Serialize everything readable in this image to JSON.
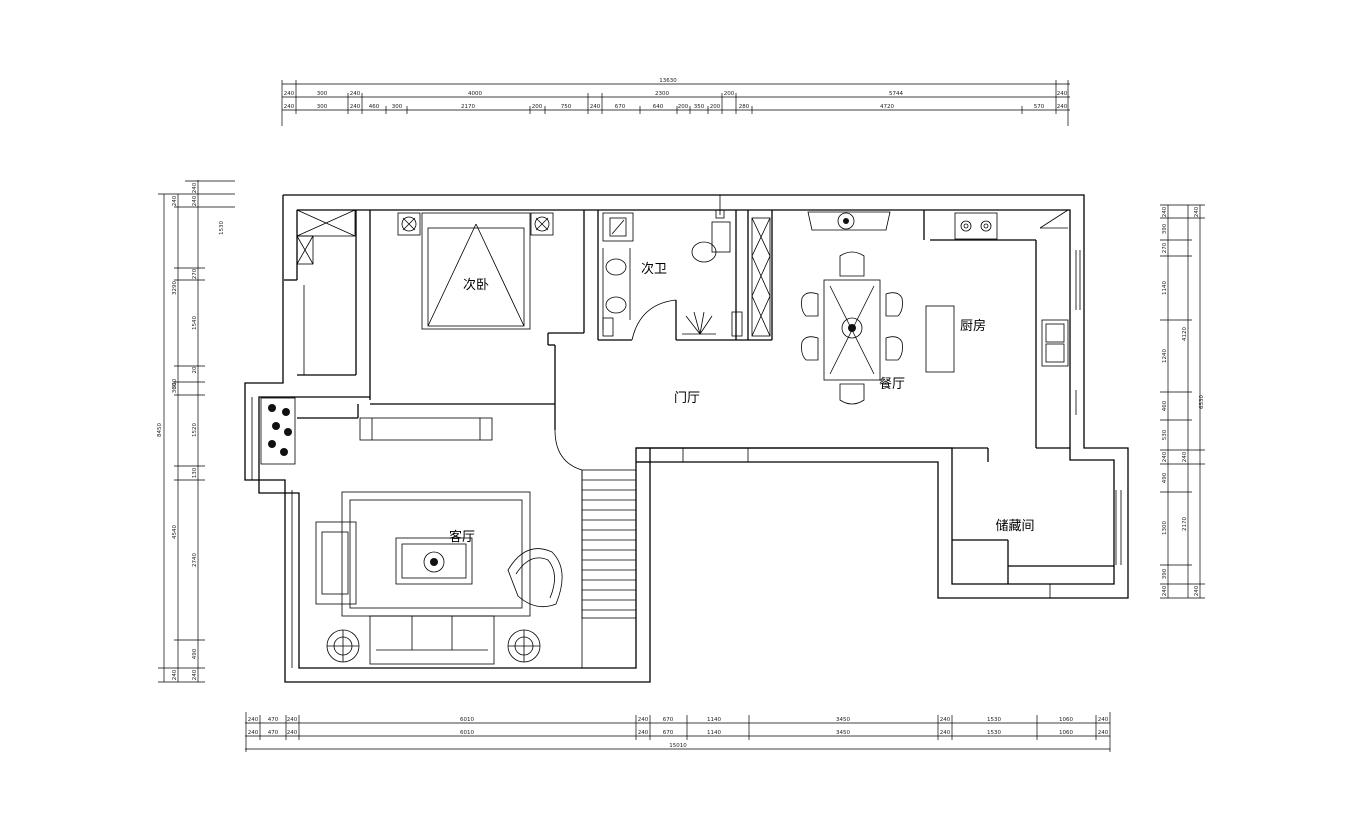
{
  "rooms": {
    "bedroom": "次卧",
    "bathroom": "次卫",
    "foyer": "门厅",
    "kitchen": "厨房",
    "dining": "餐厅",
    "living": "客厅",
    "storage": "储藏间"
  },
  "dimensions": {
    "top_total": "13630",
    "top_row1": [
      "240",
      "300",
      "240",
      "4000",
      "2300",
      "200",
      "5744",
      "240"
    ],
    "top_row2": [
      "240",
      "300",
      "240",
      "460",
      "300",
      "2170",
      "200",
      "750",
      "240",
      "670",
      "640",
      "200",
      "350",
      "200",
      "280",
      "4720",
      "570",
      "240"
    ],
    "bottom_row1": [
      "240",
      "470",
      "240",
      "6010",
      "240",
      "670",
      "1140",
      "3450",
      "240",
      "1530",
      "1060",
      "240"
    ],
    "bottom_row2": [
      "240",
      "470",
      "240",
      "6010",
      "240",
      "670",
      "1140",
      "3450",
      "240",
      "1530",
      "1060",
      "240"
    ],
    "bottom_total": "15010",
    "left_total": "8450",
    "left_outer": [
      "240",
      "3290",
      "360",
      "4540",
      "240"
    ],
    "left_inner": [
      "240",
      "240",
      "1530",
      "270",
      "1540",
      "20",
      "300",
      "1520",
      "130",
      "2740",
      "490",
      "240"
    ],
    "right_total": "6530",
    "right_outer": [
      "240",
      "4120",
      "240",
      "2170",
      "240"
    ],
    "right_inner": [
      "240",
      "390",
      "270",
      "1140",
      "1240",
      "460",
      "530",
      "240",
      "490",
      "1300",
      "390",
      "240"
    ]
  }
}
